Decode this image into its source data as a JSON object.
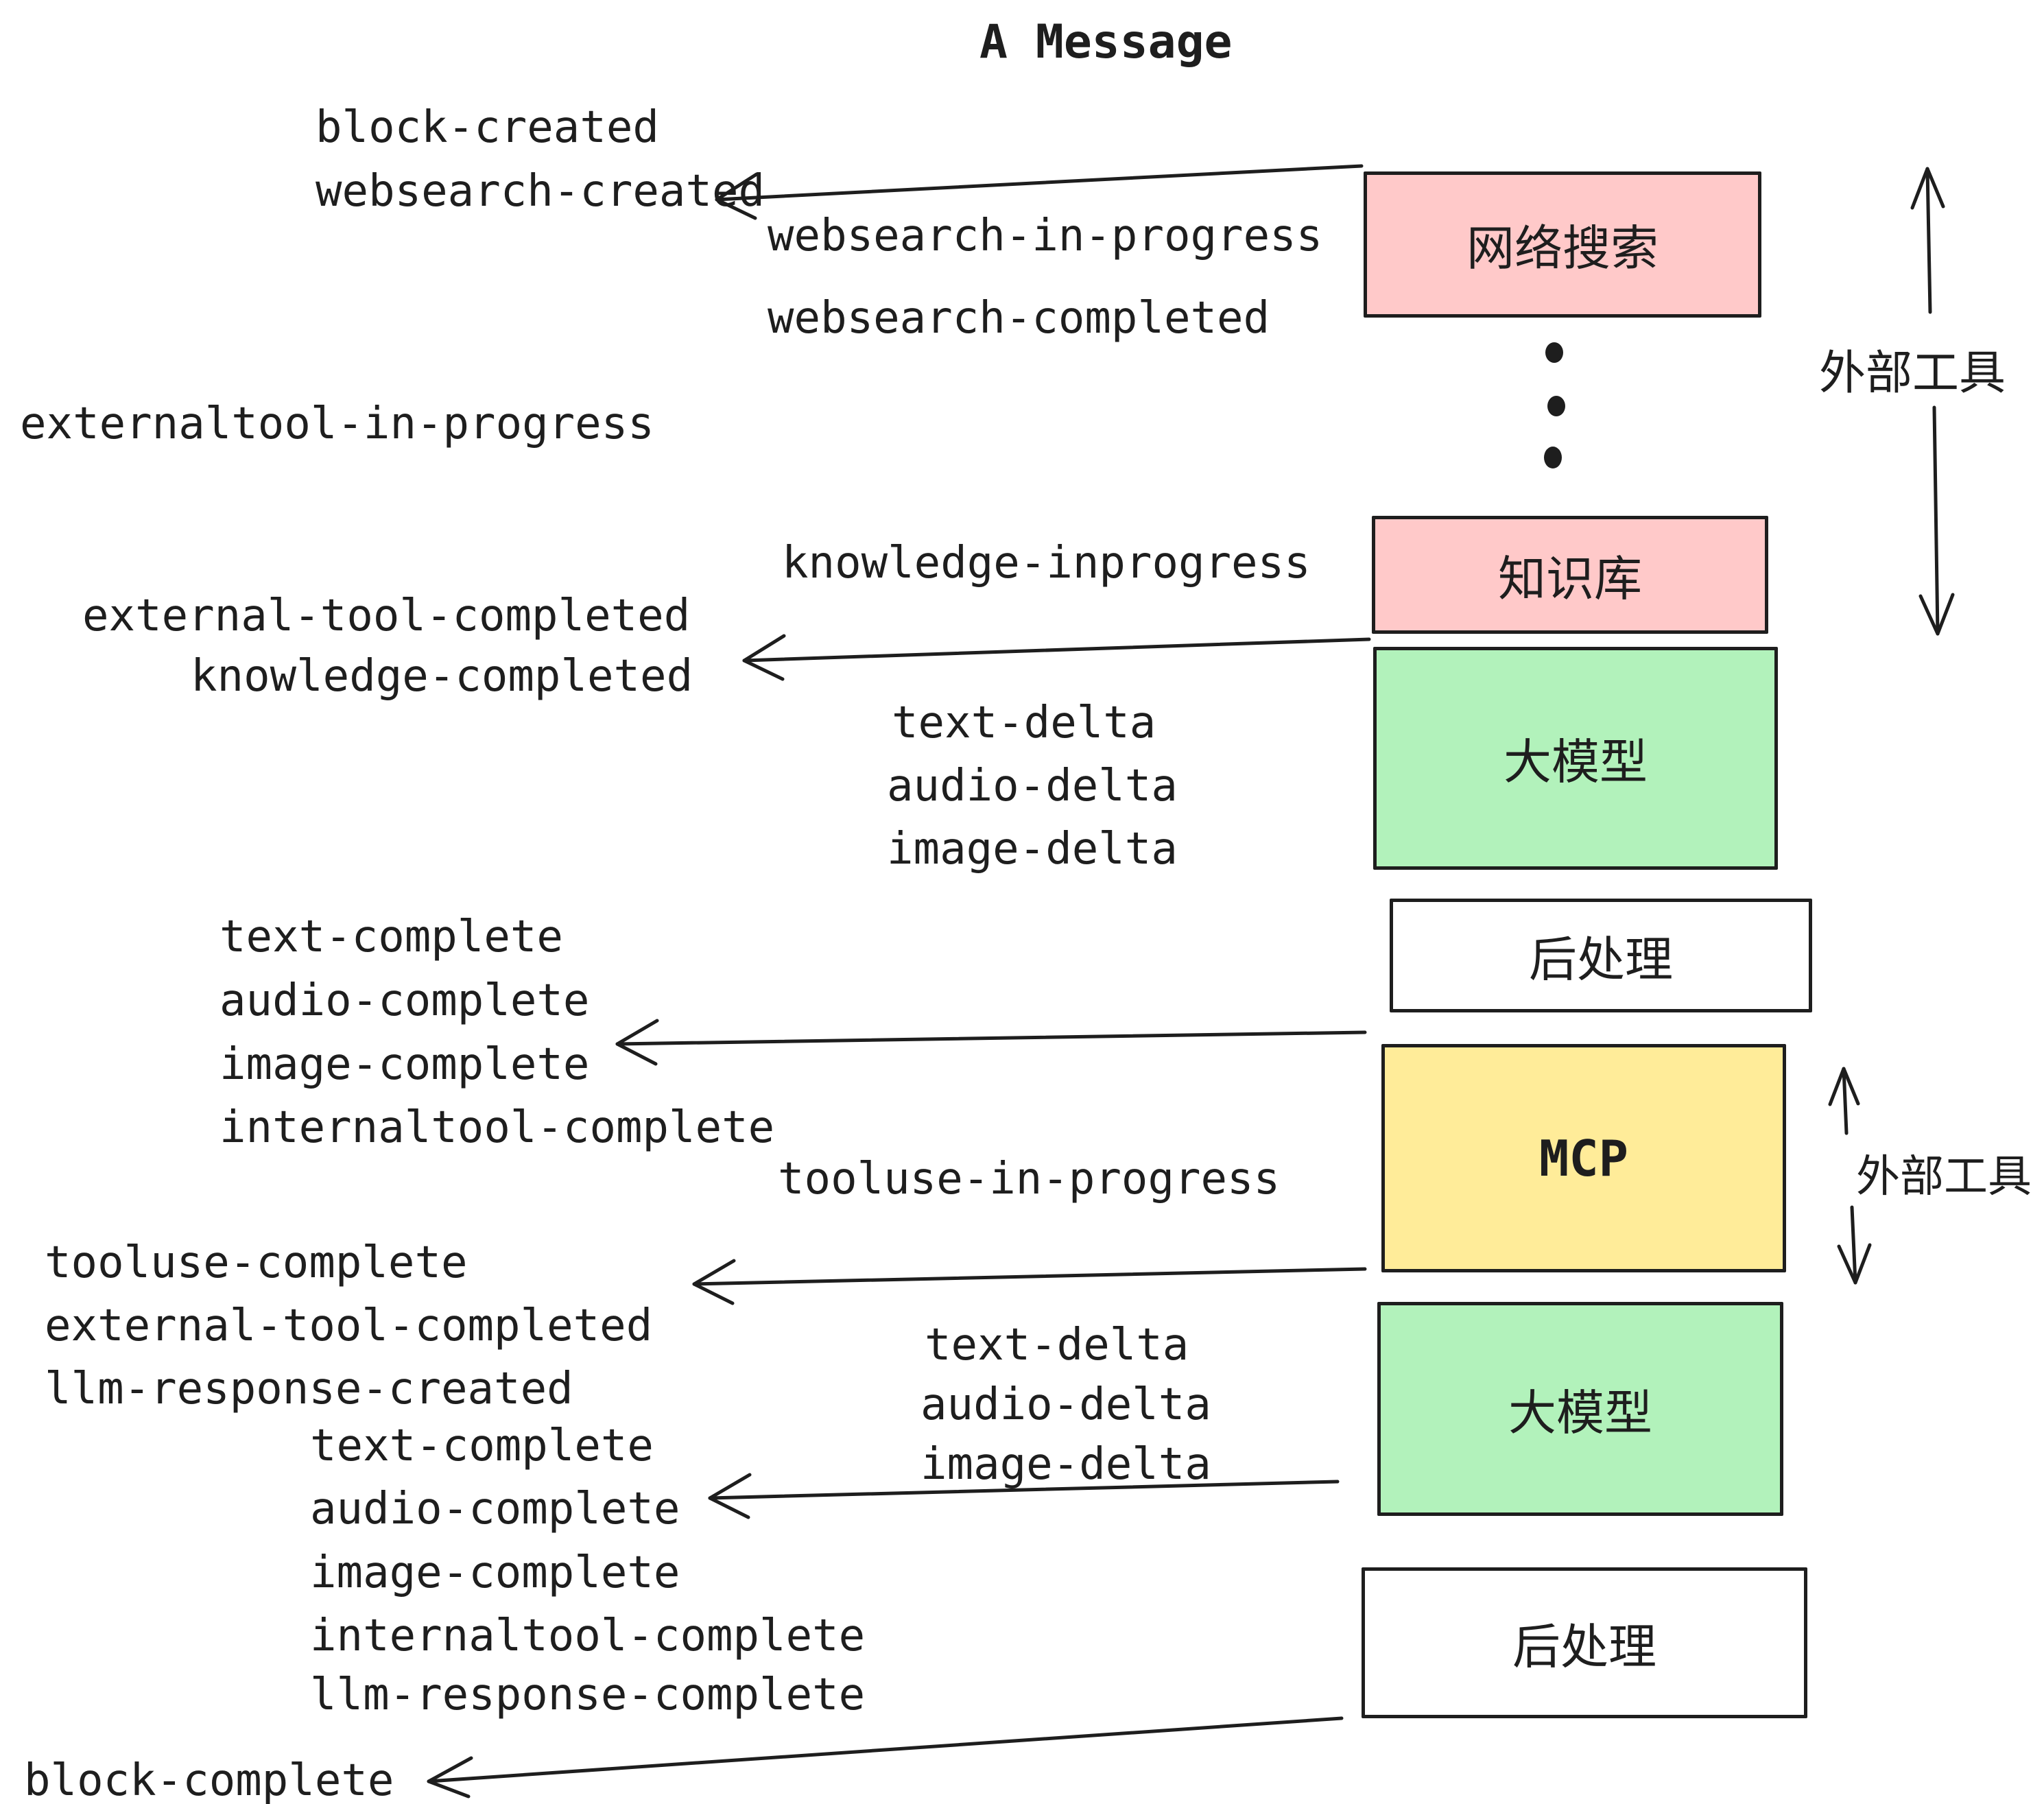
{
  "title": "A Message",
  "palette": {
    "ink": "#1e1e1e",
    "pink": "#ffc9c9",
    "green": "#b2f2bb",
    "yellow": "#ffec99",
    "white": "#ffffff"
  },
  "boxes": [
    {
      "label": "网络搜索",
      "color": "#ffc9c9"
    },
    {
      "label": "知识库",
      "color": "#ffc9c9"
    },
    {
      "label": "大模型",
      "color": "#b2f2bb"
    },
    {
      "label": "后处理",
      "color": "#ffffff"
    },
    {
      "label": "MCP",
      "color": "#ffec99"
    },
    {
      "label": "大模型",
      "color": "#b2f2bb"
    },
    {
      "label": "后处理",
      "color": "#ffffff"
    }
  ],
  "side_labels": [
    {
      "text": "外部工具"
    },
    {
      "text": "外部工具"
    }
  ],
  "events": [
    {
      "text": "block-created"
    },
    {
      "text": "websearch-created"
    },
    {
      "text": "websearch-in-progress"
    },
    {
      "text": "websearch-completed"
    },
    {
      "text": "externaltool-in-progress"
    },
    {
      "text": "knowledge-inprogress"
    },
    {
      "text": "external-tool-completed"
    },
    {
      "text": "knowledge-completed"
    },
    {
      "text": "text-delta"
    },
    {
      "text": "audio-delta"
    },
    {
      "text": "image-delta"
    },
    {
      "text": "text-complete"
    },
    {
      "text": "audio-complete"
    },
    {
      "text": "image-complete"
    },
    {
      "text": "internaltool-complete"
    },
    {
      "text": "tooluse-in-progress"
    },
    {
      "text": "tooluse-complete"
    },
    {
      "text": "external-tool-completed"
    },
    {
      "text": "llm-response-created"
    },
    {
      "text": "text-delta"
    },
    {
      "text": "audio-delta"
    },
    {
      "text": "image-delta"
    },
    {
      "text": "text-complete"
    },
    {
      "text": "audio-complete"
    },
    {
      "text": "image-complete"
    },
    {
      "text": "internaltool-complete"
    },
    {
      "text": "llm-response-complete"
    },
    {
      "text": "block-complete"
    }
  ]
}
